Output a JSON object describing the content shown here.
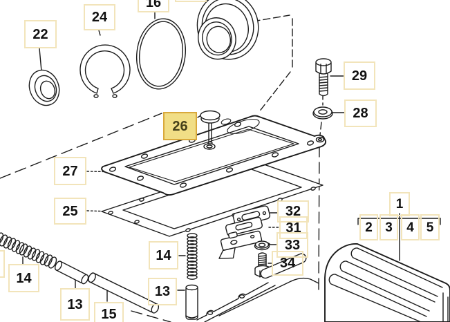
{
  "app": {
    "type": "exploded-parts-diagram",
    "background": "#ffffff",
    "selected_callout": "26"
  },
  "colors": {
    "callout_border": "#f2e4ba",
    "selected_fill": "#f1de86",
    "selected_border": "#d9a93c",
    "selected_text": "#45401a",
    "label_text": "#111111",
    "line_color": "#1b1b1b",
    "bg": "#ffffff"
  },
  "callouts": [
    {
      "label": "22",
      "selected": false
    },
    {
      "label": "24",
      "selected": false
    },
    {
      "label": "16",
      "selected": false
    },
    {
      "label": "29",
      "selected": false
    },
    {
      "label": "28",
      "selected": false
    },
    {
      "label": "26",
      "selected": true
    },
    {
      "label": "27",
      "selected": false
    },
    {
      "label": "25",
      "selected": false
    },
    {
      "label": "32",
      "selected": false
    },
    {
      "label": "31",
      "selected": false
    },
    {
      "label": "33",
      "selected": false
    },
    {
      "label": "34",
      "selected": false
    },
    {
      "label": "14",
      "selected": false
    },
    {
      "label": "13",
      "selected": false
    },
    {
      "label": "15",
      "selected": false
    },
    {
      "label": "14",
      "selected": false
    },
    {
      "label": "13",
      "selected": false
    },
    {
      "label": "1",
      "selected": false
    },
    {
      "label": "2",
      "selected": false
    },
    {
      "label": "3",
      "selected": false
    },
    {
      "label": "4",
      "selected": false
    },
    {
      "label": "5",
      "selected": false
    }
  ],
  "group_callout": {
    "parent": "1",
    "members": [
      "2",
      "3",
      "4",
      "5"
    ]
  }
}
